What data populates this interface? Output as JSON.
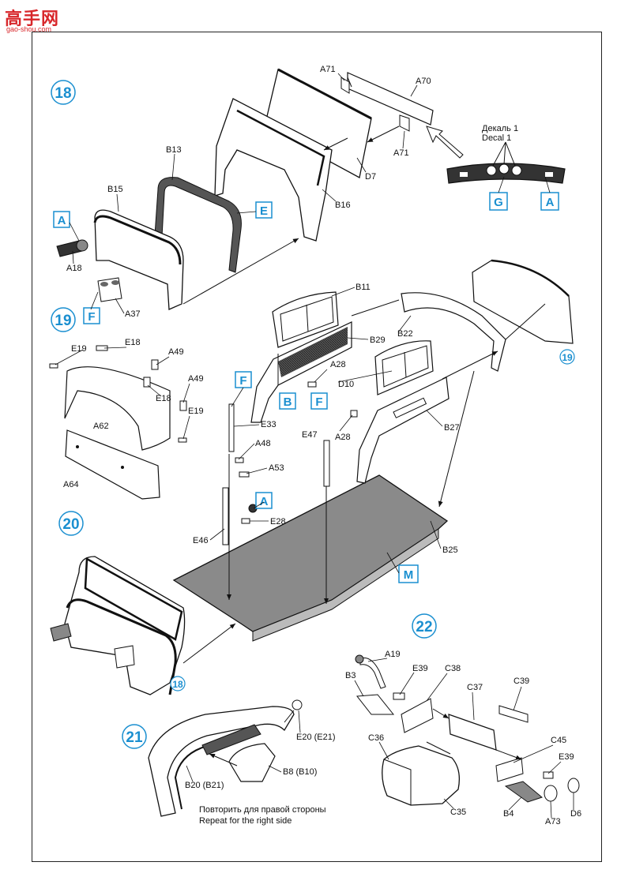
{
  "logo": {
    "main": "高手网",
    "sub": "gao-shou.com"
  },
  "steps": {
    "s18": "18",
    "s19": "19",
    "s20": "20",
    "s21": "21",
    "s22": "22",
    "ref18": "18",
    "ref19": "19"
  },
  "color_boxes": {
    "a1": "A",
    "e": "E",
    "f1": "F",
    "g": "G",
    "a2": "A",
    "f2": "F",
    "b": "B",
    "f3": "F",
    "a3": "A",
    "m": "M"
  },
  "parts": {
    "A71a": "A71",
    "A70": "A70",
    "A71b": "A71",
    "D7": "D7",
    "B16": "B16",
    "B13": "B13",
    "B15": "B15",
    "A18": "A18",
    "A37": "A37",
    "B11": "B11",
    "B22": "B22",
    "B29": "B29",
    "A28a": "A28",
    "D10": "D10",
    "B27": "B27",
    "A28b": "A28",
    "E47": "E47",
    "E18a": "E18",
    "E19a": "E19",
    "A49a": "A49",
    "E18b": "E18",
    "A49b": "A49",
    "E19b": "E19",
    "A62": "A62",
    "A64": "A64",
    "E33": "E33",
    "A48": "A48",
    "A53": "A53",
    "E28": "E28",
    "E46": "E46",
    "B25": "B25",
    "A19": "A19",
    "B3": "B3",
    "E39a": "E39",
    "C38": "C38",
    "C37": "C37",
    "C39": "C39",
    "C45": "C45",
    "E39b": "E39",
    "C36": "C36",
    "C35": "C35",
    "B4": "B4",
    "A73": "A73",
    "D6": "D6",
    "E20": "E20 (E21)",
    "B8": "B8 (B10)",
    "B20": "B20 (B21)"
  },
  "decal": {
    "ru": "Декаль 1",
    "en": "Decal 1"
  },
  "note": {
    "ru": "Повторить для правой стороны",
    "en": "Repeat for the right side"
  },
  "colors": {
    "accent": "#1a8fd0",
    "logo": "#d8272b",
    "floor": "#8a8a8a",
    "ink": "#111111"
  }
}
